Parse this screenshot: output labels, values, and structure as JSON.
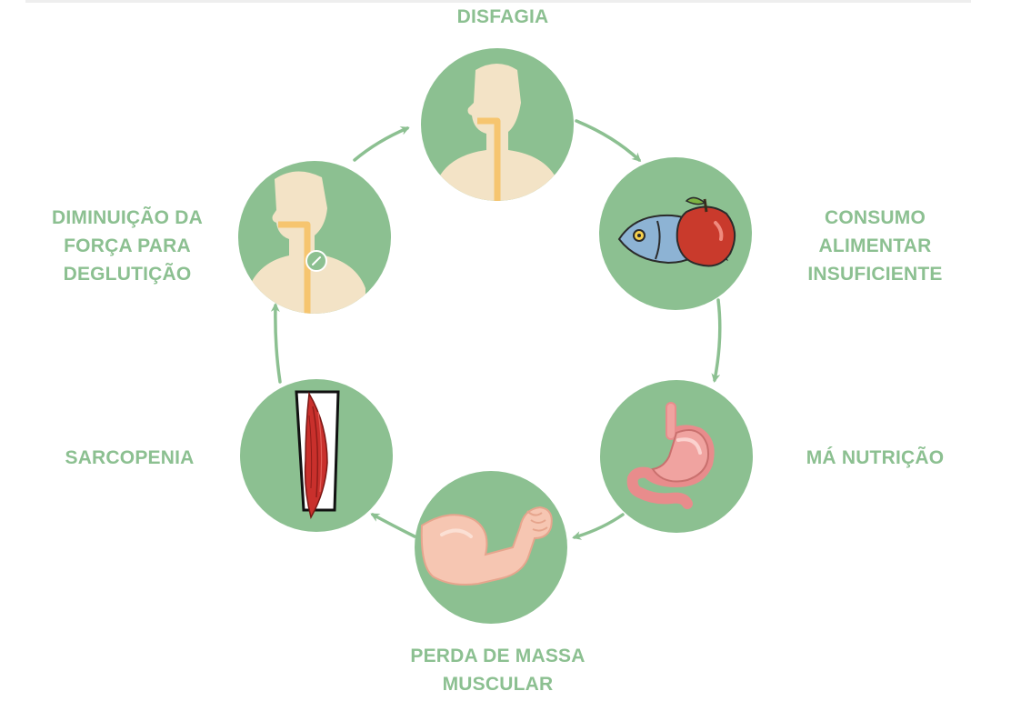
{
  "colors": {
    "accent": "#8cc091",
    "skin": "#f3e3c6",
    "esophagus": "#f6c56f"
  },
  "nodes": [
    {
      "id": "disfagia",
      "label_lines": [
        "DISFAGIA"
      ],
      "icon": "throat-icon"
    },
    {
      "id": "consumo",
      "label_lines": [
        "CONSUMO",
        "ALIMENTAR",
        "INSUFICIENTE"
      ],
      "icon": "fish-apple-icon"
    },
    {
      "id": "ma-nutricao",
      "label_lines": [
        "MÁ NUTRIÇÃO"
      ],
      "icon": "stomach-icon"
    },
    {
      "id": "perda-massa",
      "label_lines": [
        "PERDA DE MASSA",
        "MUSCULAR"
      ],
      "icon": "arm-icon"
    },
    {
      "id": "sarcopenia",
      "label_lines": [
        "SARCOPENIA"
      ],
      "icon": "muscle-icon"
    },
    {
      "id": "diminuicao",
      "label_lines": [
        "DIMINUIÇÃO DA",
        "FORÇA PARA",
        "DEGLUTIÇÃO"
      ],
      "icon": "swallow-icon"
    }
  ]
}
